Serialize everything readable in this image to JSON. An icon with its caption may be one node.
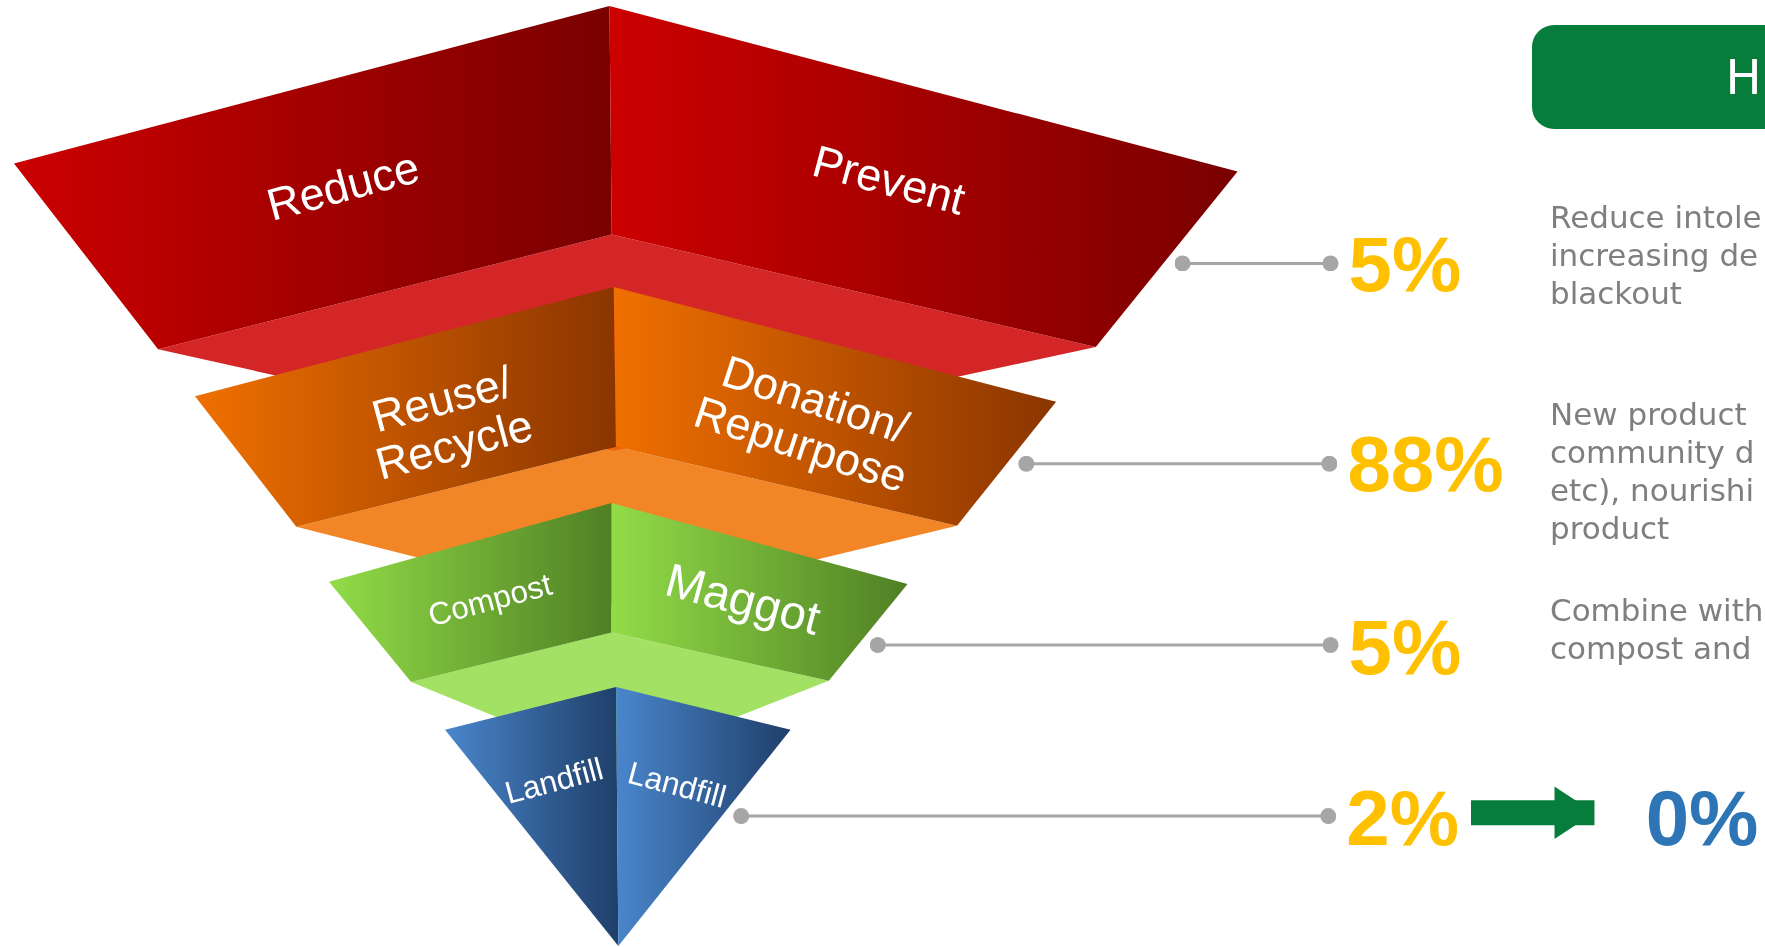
{
  "diagram": {
    "nodes": [
      {
        "text": [
          "Reduce",
          "Prevent"
        ]
      },
      {
        "text": [
          "Reuse/ Recycle",
          "Donation/ Repurpose"
        ]
      },
      {
        "text": [
          "Compost",
          "Maggot"
        ]
      },
      {
        "text": [
          "Landfill",
          "Landfill"
        ]
      },
      {
        "text": [
          "H"
        ]
      },
      {
        "text": [
          "5%"
        ]
      },
      {
        "text": [
          "88%"
        ]
      },
      {
        "text": [
          "5%"
        ]
      },
      {
        "text": [
          "2%"
        ]
      },
      {
        "text": [
          "0%"
        ]
      }
    ],
    "edges": [
      {
        "from": 0,
        "to": 5,
        "arrow": "other"
      },
      {
        "from": 1,
        "to": 6,
        "arrow": "other"
      },
      {
        "from": 2,
        "to": 7,
        "arrow": "other"
      },
      {
        "from": 3,
        "to": 8,
        "arrow": "other"
      },
      {
        "from": 8,
        "to": 9,
        "arrow": "to",
        "style": "thick",
        "color": "#077d3c"
      }
    ],
    "labels": [
      "Reduce intole increasing de blackout",
      "New product community d etc), nourishi product",
      "Combine with compost and"
    ]
  }
}
